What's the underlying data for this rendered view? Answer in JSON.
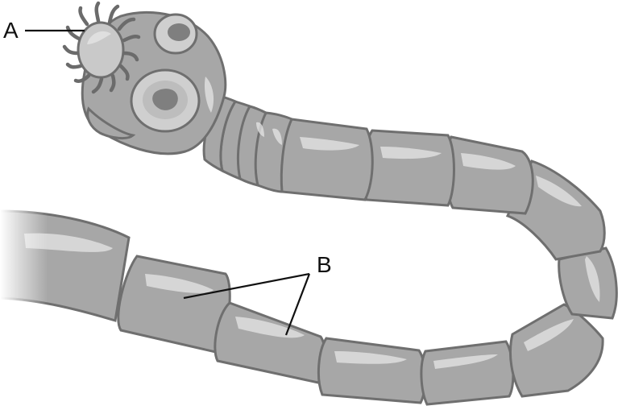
{
  "figure": {
    "labels": {
      "a": "A",
      "b": "B"
    },
    "colors": {
      "body_fill": "#a7a7a7",
      "outline": "#6f6f6f",
      "highlight": "#e6e6e6",
      "sucker_inner": "#7f7f7f",
      "leader_line": "#111111"
    },
    "icons": {
      "scolex": "tapeworm-head-with-hooks-and-suckers",
      "hooks": "rostellum-hooks",
      "segments": "proglottid-segments"
    }
  }
}
